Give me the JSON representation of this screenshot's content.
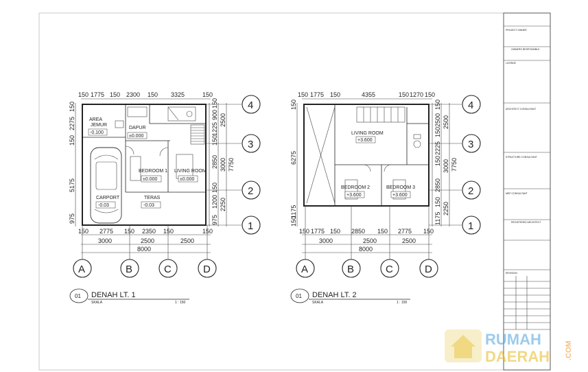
{
  "plans": [
    {
      "title": "DENAH  LT. 1",
      "number": "01",
      "scale_label": "SKALA",
      "scale_value": "1 : 150",
      "top_dims": [
        "150",
        "1775",
        "150",
        "2300",
        "150",
        "3325",
        "150"
      ],
      "bottom_dims1": [
        "150",
        "2775",
        "150",
        "2350",
        "150",
        "150"
      ],
      "bottom_dims2": [
        "3000",
        "2500",
        "2500"
      ],
      "total": "8000",
      "left_dims": [
        "150",
        "2275",
        "150",
        "5175",
        "975"
      ],
      "right_dims": [
        "900",
        "150",
        "1225",
        "150",
        "2850",
        "150",
        "1200",
        "150",
        "975"
      ],
      "right_dims2": [
        "2500",
        "3000",
        "2250"
      ],
      "right_total": "7750",
      "rooms": [
        {
          "name": "AREA\nJEMUR",
          "level": "-0.100"
        },
        {
          "name": "DAPUR",
          "level": "±0.000"
        },
        {
          "name": "BEDROOM 1",
          "level": "±0.000"
        },
        {
          "name": "LIVING ROOM",
          "level": "±0.000"
        },
        {
          "name": "CARPORT",
          "level": "-0.03"
        },
        {
          "name": "TERAS",
          "level": "-0.03"
        }
      ]
    },
    {
      "title": "DENAH  LT. 2",
      "number": "01",
      "scale_label": "SKALA",
      "scale_value": "1 : 150",
      "top_dims": [
        "150",
        "1775",
        "150",
        "4355",
        "150",
        "1270",
        "150"
      ],
      "bottom_dims1": [
        "150",
        "1775",
        "150",
        "2850",
        "150",
        "2775",
        "150"
      ],
      "bottom_dims2": [
        "3000",
        "2500",
        "2500"
      ],
      "total": "8000",
      "left_dims": [
        "150",
        "6275",
        "1175",
        "150"
      ],
      "right_dims": [
        "150",
        "2500",
        "150",
        "2225",
        "150",
        "2850",
        "150",
        "1175"
      ],
      "right_dims2": [
        "2500",
        "3000",
        "2250"
      ],
      "right_total": "7750",
      "rooms": [
        {
          "name": "LIVING ROOM",
          "level": "+3.600"
        },
        {
          "name": "BEDROOM 2",
          "level": "+3.600"
        },
        {
          "name": "BEDROOM 3",
          "level": "+3.600"
        }
      ]
    }
  ],
  "grid_cols": [
    "A",
    "B",
    "C",
    "D"
  ],
  "grid_rows": [
    "4",
    "3",
    "2",
    "1"
  ],
  "title_block": {
    "project_owner": "PROJECT OWNER",
    "owners_responsible": "OWNERS RESPONSIBLE",
    "license": "LICENSE",
    "architect_consultant": "ARCHITECT CONSULTANT",
    "structure_consultant": "STRUCTURE CONSULTANT",
    "mep_consultant": "MEP CONSULTANT",
    "registered_architect": "REGISTERED ARCHITECT",
    "revision": "REVISION"
  },
  "watermark": {
    "line1": "RUMAH",
    "line2": "DAERAH",
    "suffix": ".COM"
  }
}
